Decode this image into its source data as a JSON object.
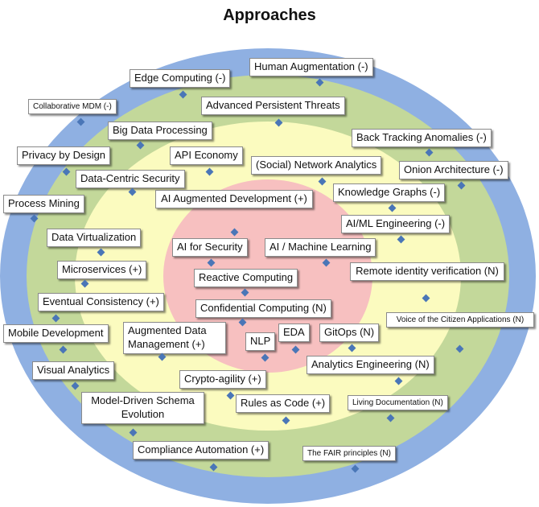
{
  "title": "Approaches",
  "ring_colors": {
    "outer": "#8fb0e2",
    "second": "#c3d89a",
    "third": "#fbfbbf",
    "center": "#f7c0c0",
    "marker": "#4a76b7"
  },
  "items": [
    {
      "label": "Human Augmentation  (-)"
    },
    {
      "label": "Edge Computing (-)"
    },
    {
      "label": "Collaborative MDM (-)"
    },
    {
      "label": "Advanced Persistent Threats"
    },
    {
      "label": "Big Data Processing"
    },
    {
      "label": "Back Tracking Anomalies (-)"
    },
    {
      "label": "Privacy by Design"
    },
    {
      "label": "API Economy"
    },
    {
      "label": "(Social) Network Analytics"
    },
    {
      "label": "Onion Architecture (-)"
    },
    {
      "label": "Data-Centric Security"
    },
    {
      "label": "Knowledge Graphs (-)"
    },
    {
      "label": "Process Mining"
    },
    {
      "label": "AI Augmented Development (+)"
    },
    {
      "label": "AI/ML Engineering (-)"
    },
    {
      "label": "Data Virtualization"
    },
    {
      "label": "AI for Security"
    },
    {
      "label": "AI / Machine Learning"
    },
    {
      "label": "Microservices (+)"
    },
    {
      "label": "Remote identity verification (N)"
    },
    {
      "label": "Reactive Computing"
    },
    {
      "label": "Eventual Consistency (+)"
    },
    {
      "label": "Confidential Computing (N)"
    },
    {
      "label": "Voice of the Citizen Applications (N)"
    },
    {
      "label": "Mobile Development"
    },
    {
      "label": "Augmented Data Management  (+)"
    },
    {
      "label": "NLP"
    },
    {
      "label": "EDA"
    },
    {
      "label": "GitOps (N)"
    },
    {
      "label": "Analytics Engineering (N)"
    },
    {
      "label": "Visual Analytics"
    },
    {
      "label": "Crypto-agility  (+)"
    },
    {
      "label": "Model-Driven Schema Evolution"
    },
    {
      "label": "Rules as Code (+)"
    },
    {
      "label": "Living Documentation (N)"
    },
    {
      "label": "Compliance Automation (+)"
    },
    {
      "label": "The FAIR principles (N)"
    }
  ]
}
